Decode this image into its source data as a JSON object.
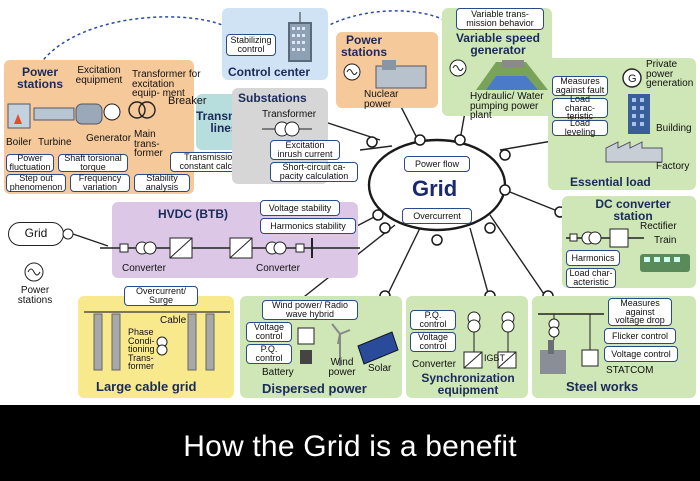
{
  "caption": "How the Grid is a benefit",
  "grid": {
    "title": "Grid",
    "power_flow": "Power flow",
    "overcurrent": "Overcurrent"
  },
  "control_center": {
    "title": "Control center",
    "stabilizing": "Stabilizing control"
  },
  "power_stations_left": {
    "title": "Power stations",
    "excitation_equipment": "Excitation equipment",
    "transformer_excitation": "Transformer for excitation equip- ment",
    "boiler": "Boiler",
    "turbine": "Turbine",
    "generator": "Generator",
    "main_transformer": "Main trans- former",
    "tags": [
      "Power fluctuation",
      "Shaft torsional torque",
      "Step out phenomenon",
      "Frequency variation",
      "Stability analysis"
    ]
  },
  "transmission": {
    "breaker": "Breaker",
    "title": "Transmission lines",
    "calc": "Transmission line constant calculation"
  },
  "substations": {
    "title": "Substations",
    "transformer": "Transformer",
    "excitation_inrush": "Excitation inrush current",
    "short_circuit": "Short-circuit ca- pacity calculation"
  },
  "power_stations_top": {
    "title": "Power stations",
    "nuclear": "Nuclear power"
  },
  "variable_speed": {
    "tag": "Variable trans- mission behavior",
    "title": "Variable speed generator",
    "hydraulic": "Hydraulic/ Water pumping power plant"
  },
  "essential_load": {
    "title": "Essential load",
    "private_power": "Private power generation",
    "building": "Building",
    "factory": "Factory",
    "tags": [
      "Measures against fault",
      "Load charac- teristic",
      "Load leveling"
    ]
  },
  "hvdc": {
    "title": "HVDC (BTB)",
    "converter1": "Converter",
    "converter2": "Converter",
    "voltage_stability": "Voltage stability",
    "harmonics_stability": "Harmonics stability"
  },
  "left_grid": {
    "grid": "Grid",
    "power_stations": "Power stations"
  },
  "dc_converter": {
    "title": "DC converter station",
    "rectifier": "Rectifier",
    "train": "Train",
    "harmonics": "Harmonics",
    "load_char": "Load char- acteristic"
  },
  "large_cable": {
    "title": "Large cable grid",
    "overcurrent_surge": "Overcurrent/ Surge",
    "cable": "Cable",
    "phase_cond": "Phase Condi- tioning Trans- former"
  },
  "dispersed": {
    "title": "Dispersed power",
    "wind_radio": "Wind power/ Radio wave hybrid",
    "voltage_control": "Voltage control",
    "pq_control": "P.Q. control",
    "battery": "Battery",
    "wind_power": "Wind power",
    "solar": "Solar"
  },
  "sync": {
    "title": "Synchronization equipment",
    "pq_control": "P.Q. control",
    "voltage_control": "Voltage control",
    "converter": "Converter",
    "igbt": "IGBT"
  },
  "steel": {
    "title": "Steel works",
    "measures": "Measures against voltage drop",
    "flicker": "Flicker control",
    "voltage": "Voltage control",
    "statcom": "STATCOM"
  },
  "colors": {
    "orange_panel": "#f6c99a",
    "blue_panel": "#cfe3f4",
    "gray_panel": "#d6d6d6",
    "green_panel": "#cfe6b6",
    "purple_panel": "#dcc8e6",
    "yellow_panel": "#f8ea8c",
    "line_dark": "#1a2a5a"
  }
}
